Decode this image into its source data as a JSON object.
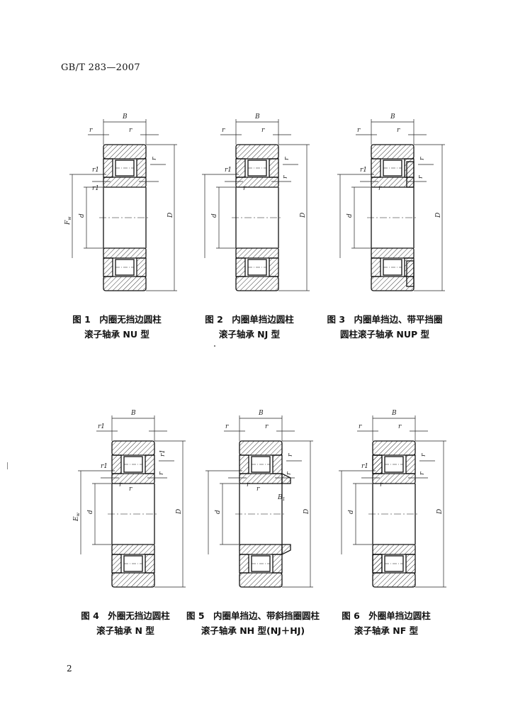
{
  "header": {
    "standard_code": "GB/T 283—2007"
  },
  "footer": {
    "page_number": "2"
  },
  "figures": [
    {
      "caption_line1": "图 1　内圈无挡边圆柱",
      "caption_line2": "滚子轴承 NU 型",
      "labels": {
        "width": "B",
        "r_top": "r",
        "r_top2": "r",
        "r_side": "r",
        "r1": "r1",
        "r1b": "r1",
        "inner": "d",
        "raceway": "F",
        "raceway_sub": "w",
        "outer": "D"
      }
    },
    {
      "caption_line1": "图 2　内圈单挡边圆柱",
      "caption_line2": "滚子轴承 NJ 型",
      "labels": {
        "width": "B",
        "r_top": "r",
        "r_top2": "r",
        "r_side": "r",
        "r1": "r1",
        "r_in": "r",
        "r_in2": "r",
        "inner": "d",
        "outer": "D"
      }
    },
    {
      "caption_line1": "图 3　内圈单挡边、带平挡圈",
      "caption_line2": "圆柱滚子轴承 NUP 型",
      "labels": {
        "width": "B",
        "r_top": "r",
        "r_top2": "r",
        "r_side": "r",
        "r1": "r1",
        "r_in": "r",
        "r_in2": "r",
        "inner": "d",
        "outer": "D"
      }
    },
    {
      "caption_line1": "图 4　外圈无挡边圆柱",
      "caption_line2": "滚子轴承 N 型",
      "labels": {
        "width": "B",
        "r_top": "r1",
        "r_side": "r1",
        "r1": "r1",
        "r_in": "r",
        "r_in2": "r",
        "r_mid": "r",
        "inner": "d",
        "raceway": "E",
        "raceway_sub": "w",
        "outer": "D"
      }
    },
    {
      "caption_line1": "图 5　内圈单挡边、带斜挡圈圆柱",
      "caption_line2": "滚子轴承 NH 型(NJ＋HJ)",
      "labels": {
        "width": "B",
        "r_top": "r",
        "r_top2": "r",
        "r_side": "r",
        "r_in": "r",
        "r_in2": "r",
        "r_mid": "r",
        "ring": "B",
        "ring_sub": "1",
        "inner": "d",
        "outer": "D"
      }
    },
    {
      "caption_line1": "图 6　外圈单挡边圆柱",
      "caption_line2": "滚子轴承 NF 型",
      "labels": {
        "width": "B",
        "r_top": "r",
        "r_top2": "r",
        "r_side": "r",
        "r1": "r1",
        "r_in": "r",
        "r_in2": "r",
        "inner": "d",
        "outer": "D"
      }
    }
  ]
}
